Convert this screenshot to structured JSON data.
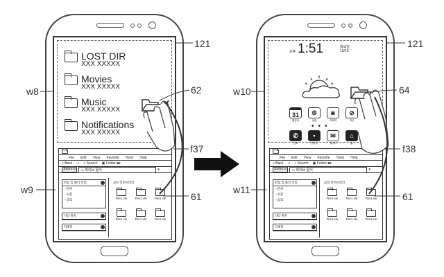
{
  "labels": {
    "ref_121a": "121",
    "w8": "w8",
    "ref_62": "62",
    "f37": "f37",
    "w9": "w9",
    "ref_61a": "61",
    "ref_121b": "121",
    "w10": "w10",
    "ref_64": "64",
    "f38": "f38",
    "w11": "w11",
    "ref_61b": "61"
  },
  "file_list": [
    {
      "name": "LOST DIR",
      "sub": "XXX XXXXX"
    },
    {
      "name": "Movies",
      "sub": "XXX XXXXX"
    },
    {
      "name": "Music",
      "sub": "XXX XXXXX"
    },
    {
      "name": "Notifications",
      "sub": "XXX XXXXX"
    }
  ],
  "home_screen": {
    "ampm": "오후",
    "time": "1:51",
    "day": "화요일",
    "date": "10/19",
    "calendar_day": "31",
    "apps": [
      "캘린더",
      "설정",
      "카메라",
      "차단"
    ],
    "dock": [
      "전화",
      "연락처",
      "메시지",
      "홈"
    ]
  },
  "window": {
    "menu": [
      "File",
      "Edit",
      "View",
      "Favorite",
      "Tools",
      "Help"
    ],
    "toolbar": {
      "back": "⇐Back",
      "forward": "⇒",
      "search": "Search",
      "folder": "Folder"
    },
    "address_label": "Address",
    "address_value": "라이브 음식",
    "tasks_title": "파일 및 폴더 작업",
    "tasks": [
      "문서",
      "사진",
      "음악"
    ],
    "other_places": "기타 위치",
    "details": "자세히",
    "library_title": "공유 라이브러리",
    "files": [
      "File1.xle",
      "File1.xle",
      "File1.xle",
      "File1.xle",
      "File1.xle",
      "File1.xle"
    ]
  }
}
